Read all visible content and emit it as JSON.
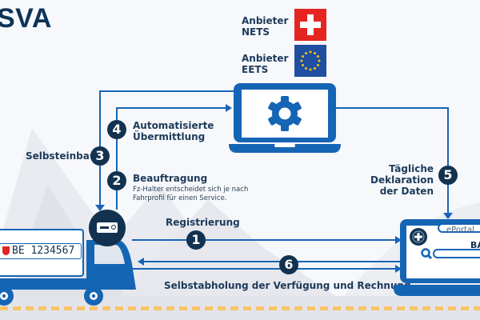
{
  "title": "SVA",
  "providers": [
    {
      "label_line1": "Anbieter",
      "label_line2": "NETS",
      "flag": "swiss-flag"
    },
    {
      "label_line1": "Anbieter",
      "label_line2": "EETS",
      "flag": "eu-flag"
    }
  ],
  "steps": [
    {
      "number": "1",
      "label": "Registrierung"
    },
    {
      "number": "2",
      "label": "Beauftragung",
      "note_line1": "Fz-Halter entscheidet sich je nach",
      "note_line2": "Fahrprofil für einen Service."
    },
    {
      "number": "3",
      "label": "Selbsteinbau"
    },
    {
      "number": "4",
      "label_line1": "Automatisierte",
      "label_line2": "Übermittlung"
    },
    {
      "number": "5",
      "label_line1": "Tägliche Deklaration",
      "label_line2": "der Daten"
    },
    {
      "number": "6",
      "label": "Selbstabholung der Verfügung und Rechnung"
    }
  ],
  "truck": {
    "plate": "BE 1234567"
  },
  "portal": {
    "label": "ePortal",
    "brand": "BAZ"
  },
  "colors": {
    "primary": "#1565b5",
    "dark": "#12324f",
    "road_dash": "#f9c46a",
    "swiss_red": "#e52521",
    "eu_blue": "#1f4f9e"
  }
}
